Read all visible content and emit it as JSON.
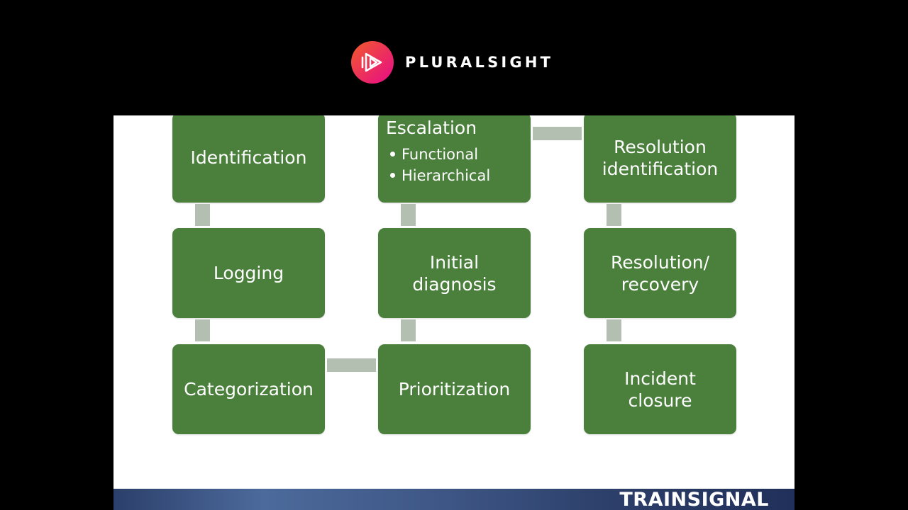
{
  "brand": {
    "name": "PLURALSIGHT",
    "logo_icon": "play-icon",
    "gradient": [
      "#f15b2a",
      "#e80a89"
    ]
  },
  "colors": {
    "box": "#4a7f3c",
    "connector": "#b3bfb0",
    "slide_background": "#ffffff",
    "page_background": "#000000"
  },
  "diagram": {
    "nodes": {
      "identification": "Identification",
      "logging": "Logging",
      "categorization": "Categorization",
      "prioritization": "Prioritization",
      "initial_diagnosis": "Initial\ndiagnosis",
      "escalation": {
        "title": "Escalation",
        "items": [
          "Functional",
          "Hierarchical"
        ]
      },
      "resolution_identification": "Resolution\nidentification",
      "resolution_recovery": "Resolution/\nrecovery",
      "incident_closure": "Incident\nclosure"
    },
    "flow": [
      [
        "identification",
        "logging"
      ],
      [
        "logging",
        "categorization"
      ],
      [
        "categorization",
        "prioritization"
      ],
      [
        "prioritization",
        "initial_diagnosis"
      ],
      [
        "initial_diagnosis",
        "escalation"
      ],
      [
        "escalation",
        "resolution_identification"
      ],
      [
        "resolution_identification",
        "resolution_recovery"
      ],
      [
        "resolution_recovery",
        "incident_closure"
      ]
    ]
  },
  "footer": {
    "brand": "TRAINSIGNAL"
  }
}
